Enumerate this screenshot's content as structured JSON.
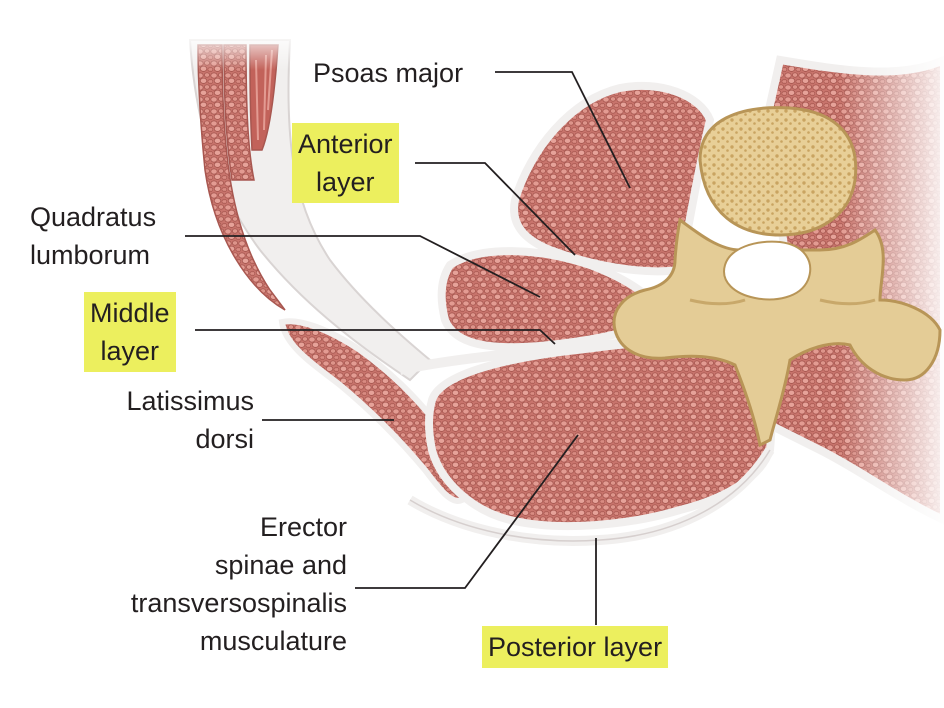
{
  "labels": {
    "psoas_major": "Psoas major",
    "anterior_layer": [
      "Anterior",
      "layer"
    ],
    "quadratus_lumborum": [
      "Quadratus",
      "lumborum"
    ],
    "middle_layer": [
      "Middle",
      "layer"
    ],
    "latissimus_dorsi": [
      "Latissimus",
      "dorsi"
    ],
    "erector_spinae": [
      "Erector",
      "spinae and",
      "transversospinalis",
      "musculature"
    ],
    "posterior_layer": "Posterior layer"
  },
  "colors": {
    "highlight": "#ecef5e",
    "muscle": "#c8746c",
    "muscle_dark": "#a85750",
    "fascia": "#f1efee",
    "bone": "#e4cc96",
    "bone_dark": "#b89557",
    "leader_line": "#231f20"
  }
}
